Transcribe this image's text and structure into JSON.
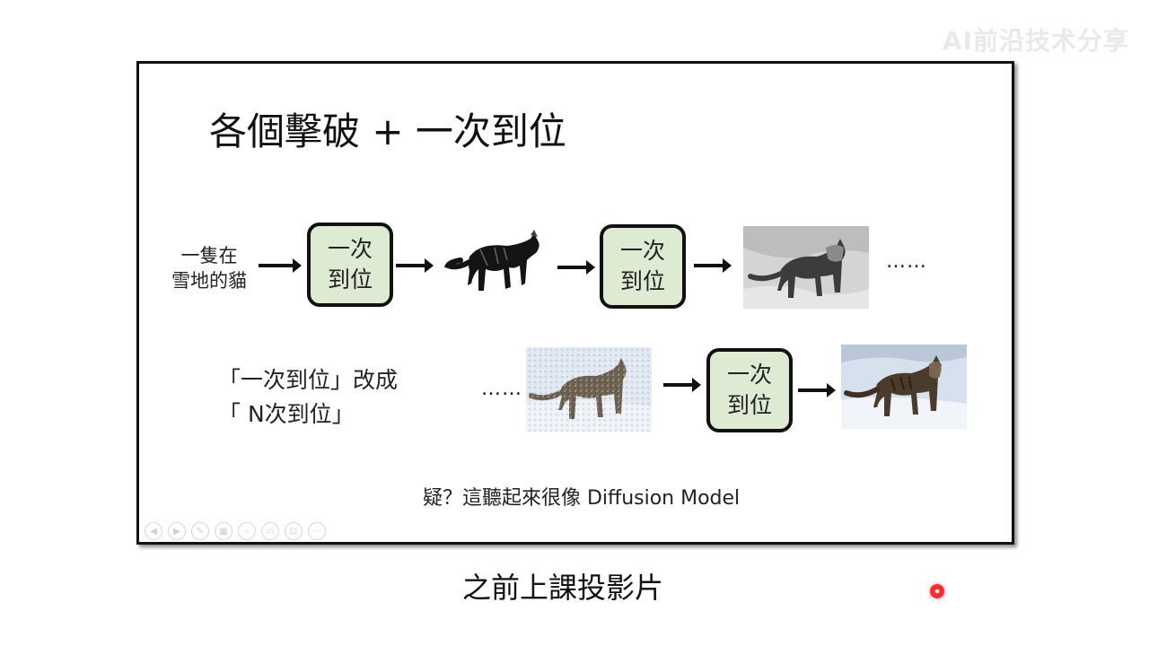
{
  "watermark": "AI前沿技术分享",
  "slide": {
    "title": "各個擊破 + 一次到位",
    "row1": {
      "input_line1": "一隻在",
      "input_line2": "雪地的貓",
      "box_line1": "一次",
      "box_line2": "到位",
      "ellipsis": "……"
    },
    "row2": {
      "caption_line1": "「一次到位」改成",
      "caption_line2": "「 N次到位」",
      "ellipsis": "……",
      "box_line1": "一次",
      "box_line2": "到位"
    },
    "question": "疑？這聽起來很像 Diffusion Model",
    "toolbar_icons": [
      "previous-icon",
      "next-icon",
      "pen-icon",
      "slides-icon",
      "zoom-icon",
      "subtitle-icon",
      "camera-icon",
      "more-icon"
    ]
  },
  "subtitle": "之前上課投影片",
  "colors": {
    "box_fill": "#ddebd3",
    "pointer": "#ff2a2a"
  }
}
